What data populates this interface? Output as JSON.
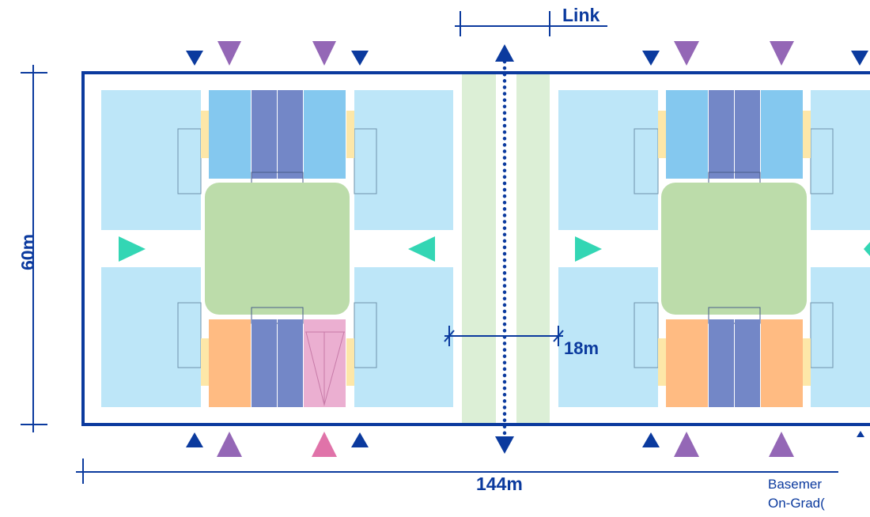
{
  "labels": {
    "link": "Link",
    "height": "60m",
    "width": "144m",
    "corridor": "18m",
    "legend_basement": "Basemer",
    "legend_on_grade": "On-Grad("
  },
  "colors": {
    "outline_blue": "#0b3a9e",
    "light_blue_block": "#bde6f8",
    "sky_blue": "#84c8ef",
    "slate_blue": "#7387c7",
    "green_court": "#bcdcaa",
    "orange": "#ffbb82",
    "pink": "#ebafd1",
    "pale_yellow": "#fde7a8",
    "corridor_green": "#dcefd6",
    "triangle_navy": "#0b3a9e",
    "triangle_purple": "#9467b6",
    "triangle_pink": "#e073a9",
    "triangle_teal": "#33d6b4"
  }
}
